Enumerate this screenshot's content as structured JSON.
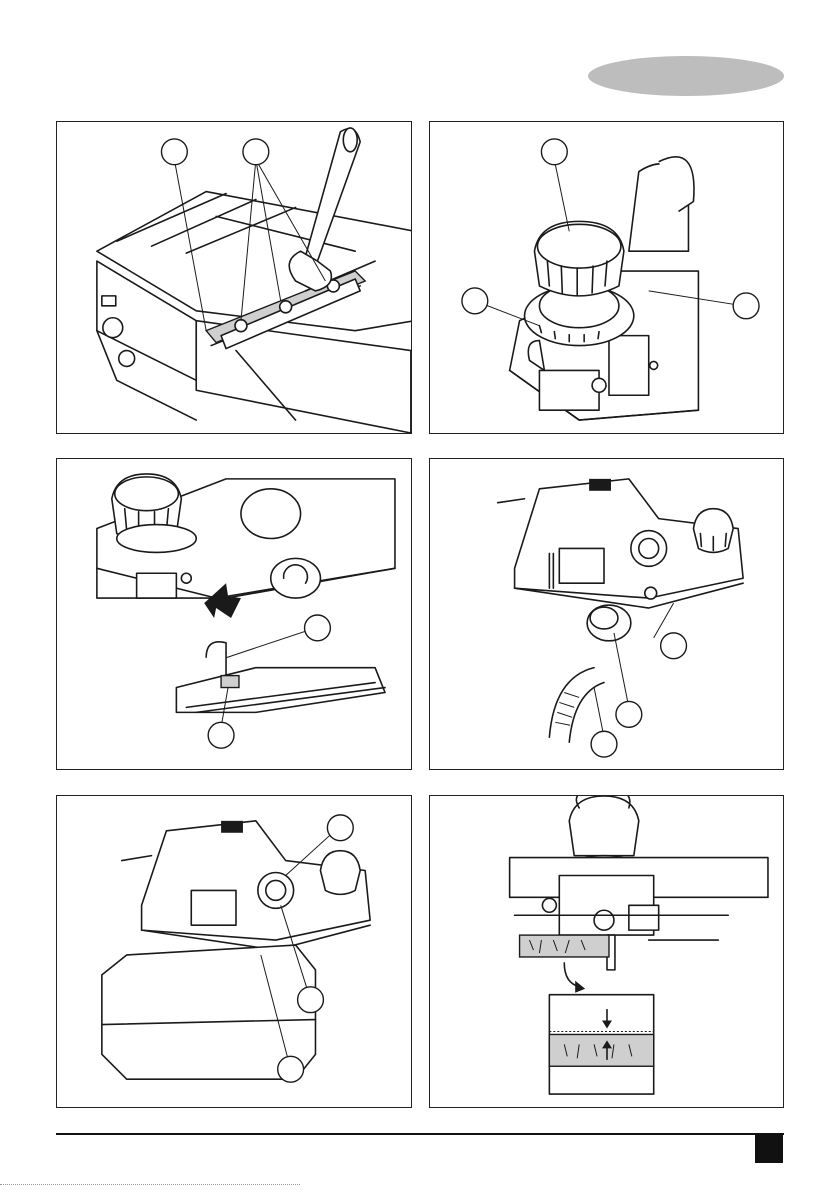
{
  "page": {
    "language_badge": {
      "color": "#bdbdbd"
    },
    "panels": [
      {
        "id": "p1",
        "illustration": "planer-blade-wrench"
      },
      {
        "id": "p2",
        "illustration": "depth-adjustment-knob"
      },
      {
        "id": "p3",
        "illustration": "parallel-fence-attach"
      },
      {
        "id": "p4",
        "illustration": "dust-extraction-adaptor"
      },
      {
        "id": "p5",
        "illustration": "dust-bag-attach"
      },
      {
        "id": "p6",
        "illustration": "rebating-depth"
      }
    ],
    "footer": {
      "page_box_color": "#111111"
    }
  }
}
